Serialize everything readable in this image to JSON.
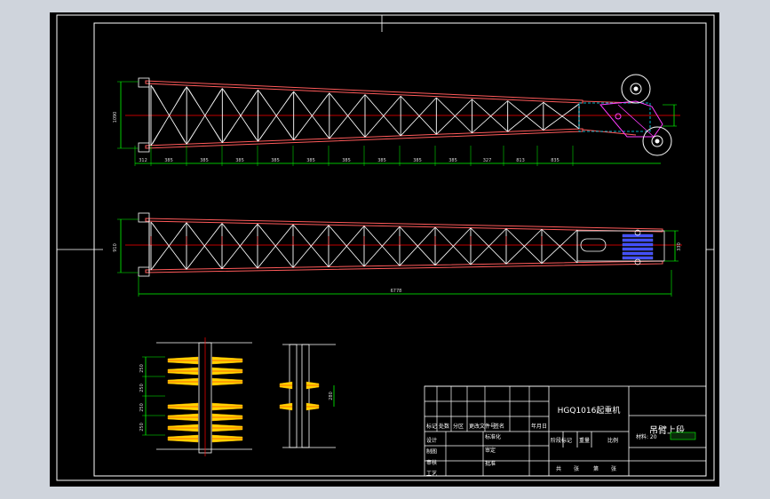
{
  "title_block": {
    "product": "HGQ1016起重机",
    "part_name": "吊臂上段",
    "material": "材料: 20",
    "revision_row": [
      "标记",
      "处数",
      "分区",
      "更改文件号",
      "签名",
      "年月日"
    ],
    "roles": [
      "设计",
      "制图",
      "审核",
      "工艺"
    ],
    "approval": [
      "标准化",
      "审定",
      "批准"
    ],
    "stage_row": [
      "阶段标记",
      "重量",
      "比例"
    ],
    "sheet_row": [
      "共",
      "张",
      "第",
      "张"
    ]
  },
  "top_view": {
    "height_dim": "1090",
    "segment_dims": [
      "312",
      "385",
      "385",
      "385",
      "385",
      "385",
      "385",
      "385",
      "385",
      "385",
      "327",
      "813",
      "835"
    ]
  },
  "side_view": {
    "height_dim": "910",
    "right_dim": "330",
    "overall_length": "6778"
  },
  "detail_view": {
    "dims": [
      "250",
      "250",
      "250",
      "250",
      "280"
    ]
  },
  "colors": {
    "frame": "#ffffff",
    "chord": "#ff4d4d",
    "lattice": "#ffffff",
    "centerline": "#ff0000",
    "dimension": "#00ff00",
    "hidden": "#00ffff",
    "part": "#ff00ff",
    "pins": "#3f4cff",
    "weld": "#ffd700"
  }
}
